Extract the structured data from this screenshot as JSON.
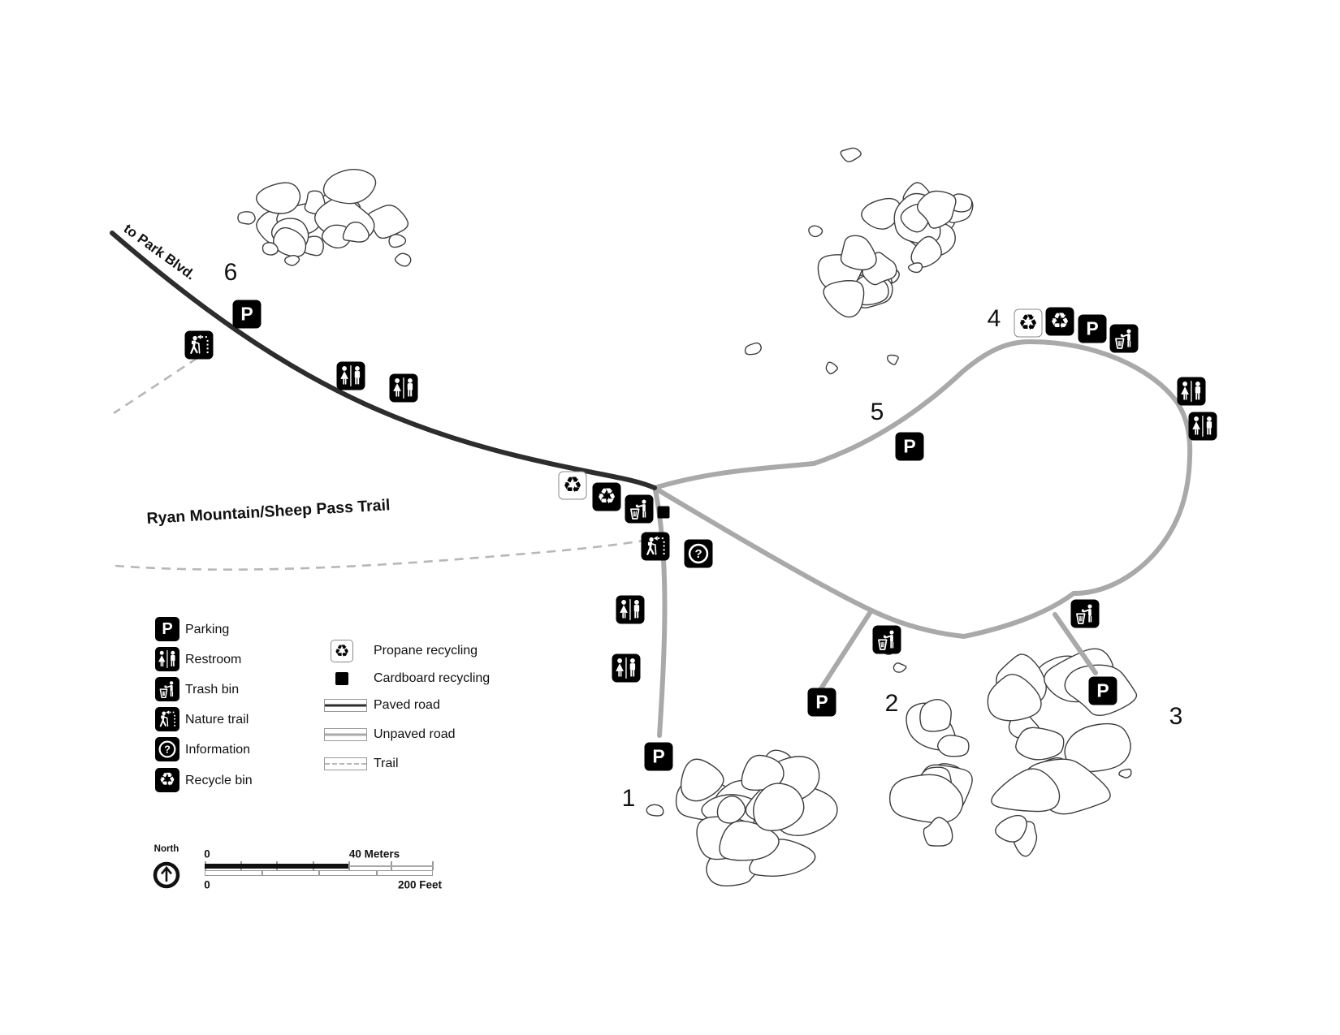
{
  "map": {
    "road_label": "to Park Blvd.",
    "trail_label": "Ryan Mountain/Sheep Pass Trail",
    "site_numbers": [
      "1",
      "2",
      "3",
      "4",
      "5",
      "6"
    ]
  },
  "legend": {
    "items": [
      {
        "icon": "parking-icon",
        "label": "Parking"
      },
      {
        "icon": "restroom-icon",
        "label": "Restroom"
      },
      {
        "icon": "trash-bin-icon",
        "label": "Trash bin"
      },
      {
        "icon": "nature-trail-icon",
        "label": "Nature trail"
      },
      {
        "icon": "information-icon",
        "label": "Information"
      },
      {
        "icon": "recycle-bin-icon",
        "label": "Recycle bin"
      },
      {
        "icon": "propane-recycling-icon",
        "label": "Propane recycling"
      },
      {
        "icon": "cardboard-recycling-icon",
        "label": "Cardboard recycling"
      },
      {
        "icon": "paved-road-swatch",
        "label": "Paved road"
      },
      {
        "icon": "unpaved-road-swatch",
        "label": "Unpaved road"
      },
      {
        "icon": "trail-swatch",
        "label": "Trail"
      }
    ]
  },
  "scale": {
    "north_label": "North",
    "meters": {
      "start": "0",
      "end": "40 Meters"
    },
    "feet": {
      "start": "0",
      "end": "200 Feet"
    }
  },
  "glyphs": {
    "parking": "P",
    "information": "?",
    "recycle": "♻"
  },
  "colors": {
    "paved_road": "#2d2d2d",
    "unpaved_road": "#a9a9a9",
    "trail": "#b7b7b7",
    "icon_background": "#000000",
    "rock_outline": "#3d3d3d"
  }
}
